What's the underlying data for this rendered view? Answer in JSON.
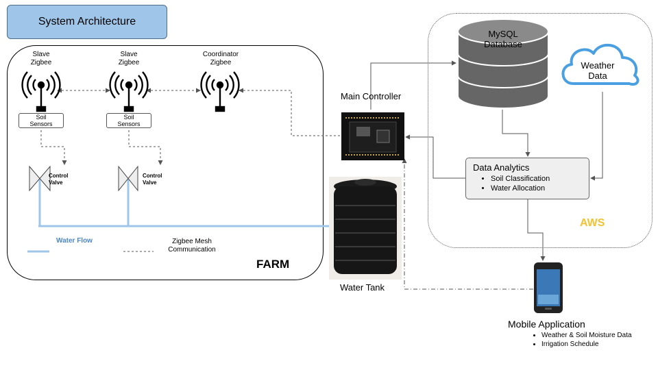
{
  "title": "System Architecture",
  "farm": {
    "label": "FARM",
    "slave_zigbee_1": "Slave\nZigbee",
    "slave_zigbee_2": "Slave\nZigbee",
    "coordinator_zigbee": "Coordinator\nZigbee",
    "soil_sensors_1": "Soil\nSensors",
    "soil_sensors_2": "Soil\nSensors",
    "control_valve_1": "Control\nValve",
    "control_valve_2": "Control\nValve",
    "legend_water_flow": "Water Flow",
    "legend_mesh": "Zigbee Mesh\nCommunication"
  },
  "main_controller": "Main Controller",
  "water_tank": "Water Tank",
  "aws": {
    "label": "AWS",
    "database": "MySQL\nDatabase",
    "weather": "Weather\nData",
    "analytics_title": "Data Analytics",
    "analytics_items": [
      "Soil Classification",
      "Water Allocation"
    ]
  },
  "mobile": {
    "title": "Mobile Application",
    "items": [
      "Weather & Soil Moisture Data",
      "Irrigation Schedule"
    ]
  },
  "colors": {
    "title_fill": "#9fc5e8",
    "water_flow": "#9fc5e8",
    "water_flow_text": "#4a86c8",
    "aws_label": "#f1c232",
    "cloud_stroke": "#4a9fe0"
  }
}
